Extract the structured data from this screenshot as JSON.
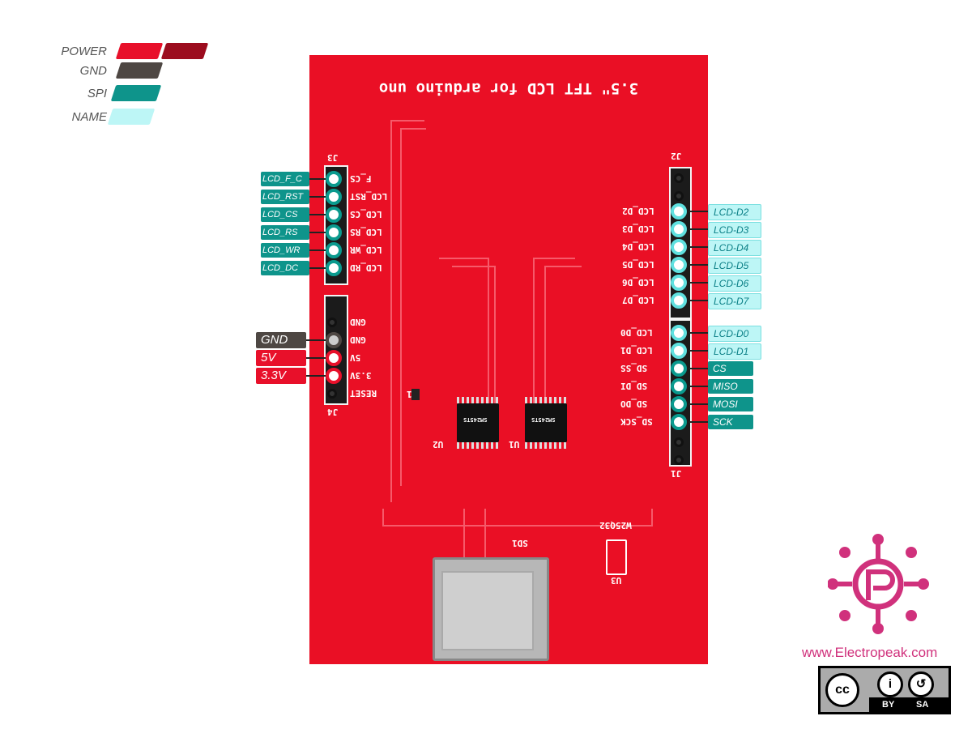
{
  "legend": {
    "power": "POWER",
    "gnd": "GND",
    "spi": "SPI",
    "name": "NAME"
  },
  "colors": {
    "power": "#e8102a",
    "power_dark": "#9c0c1e",
    "gnd": "#4e4743",
    "spi": "#0e948b",
    "name": "#bdf6f6",
    "board": "#ea0f25",
    "brand": "#d0317c"
  },
  "board": {
    "title": "3.5\" TFT LCD for arduino uno",
    "sd_label": "SD1",
    "u1": "U1",
    "u2": "U2",
    "u3": "U3",
    "flash": "W25Q32",
    "chip_marking": "SM245TS"
  },
  "connectors": {
    "j3": "J3",
    "j4": "J4",
    "j2": "J2",
    "j1": "J1",
    "r1": "R1"
  },
  "left_top_pins": [
    {
      "silk": "F_CS",
      "tag": "LCD_F_C"
    },
    {
      "silk": "LCD_RST",
      "tag": "LCD_RST"
    },
    {
      "silk": "LCD_CS",
      "tag": "LCD_CS"
    },
    {
      "silk": "LCD_RS",
      "tag": "LCD_RS"
    },
    {
      "silk": "LCD_WR",
      "tag": "LCD_WR"
    },
    {
      "silk": "LCD_RD",
      "tag": "LCD_DC"
    }
  ],
  "left_bottom_pins": [
    {
      "silk": "GND",
      "tag": ""
    },
    {
      "silk": "GND",
      "tag": "GND"
    },
    {
      "silk": "5V",
      "tag": "5V"
    },
    {
      "silk": "3.3V",
      "tag": "3.3V"
    },
    {
      "silk": "RESET",
      "tag": ""
    }
  ],
  "right_top_pins": [
    {
      "silk": "LCD_D2",
      "tag": "LCD-D2"
    },
    {
      "silk": "LCD_D3",
      "tag": "LCD-D3"
    },
    {
      "silk": "LCD_D4",
      "tag": "LCD-D4"
    },
    {
      "silk": "LCD_D5",
      "tag": "LCD-D5"
    },
    {
      "silk": "LCD_D6",
      "tag": "LCD-D6"
    },
    {
      "silk": "LCD_D7",
      "tag": "LCD-D7"
    }
  ],
  "right_bottom_pins": [
    {
      "silk": "LCD_D0",
      "tag": "LCD-D0"
    },
    {
      "silk": "LCD_D1",
      "tag": "LCD-D1"
    },
    {
      "silk": "SD_SS",
      "tag": "CS"
    },
    {
      "silk": "SD_DI",
      "tag": "MISO"
    },
    {
      "silk": "SD_DO",
      "tag": "MOSI"
    },
    {
      "silk": "SD_SCK",
      "tag": "SCK"
    }
  ],
  "brand": {
    "website": "www.Electropeak.com",
    "license_by": "BY",
    "license_sa": "SA",
    "cc": "cc"
  }
}
